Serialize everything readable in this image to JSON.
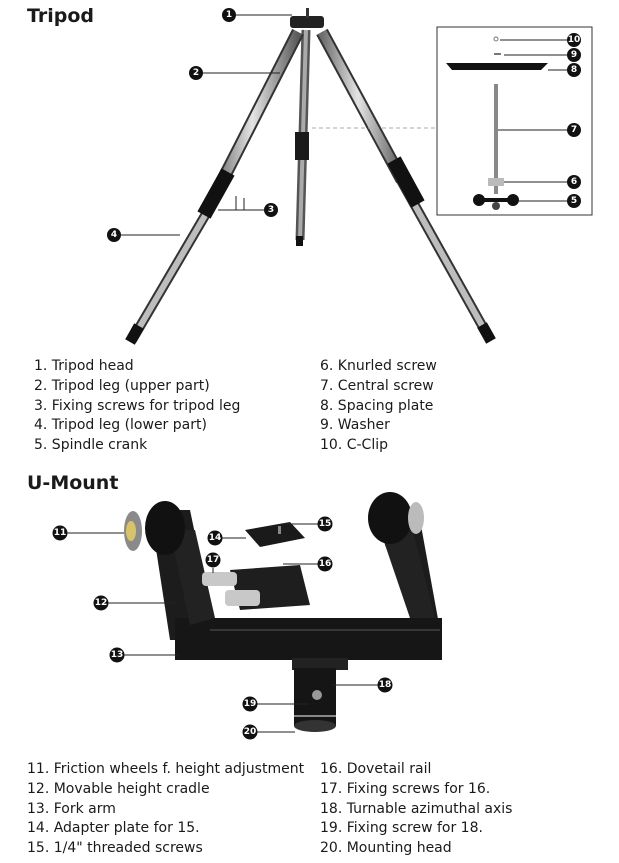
{
  "tripod": {
    "title": "Tripod",
    "parts_left": [
      "1. Tripod head",
      "2. Tripod leg (upper part)",
      "3. Fixing screws for tripod leg",
      "4. Tripod leg (lower part)",
      "5. Spindle crank"
    ],
    "parts_right": [
      "6. Knurled screw",
      "7. Central screw",
      "8. Spacing plate",
      "9. Washer",
      "10. C-Clip"
    ],
    "callouts": [
      "1",
      "2",
      "3",
      "4",
      "5",
      "6",
      "7",
      "8",
      "9",
      "10"
    ]
  },
  "umount": {
    "title": "U-Mount",
    "parts_left": [
      "11. Friction wheels f. height adjustment",
      "12. Movable height cradle",
      "13. Fork arm",
      "14. Adapter plate for 15.",
      "15. 1/4\" threaded screws"
    ],
    "parts_right": [
      "16. Dovetail rail",
      "17. Fixing screws for 16.",
      "18. Turnable azimuthal axis",
      "19. Fixing screw for 18.",
      "20. Mounting head"
    ],
    "callouts": [
      "11",
      "12",
      "13",
      "14",
      "15",
      "16",
      "17",
      "18",
      "19",
      "20"
    ]
  }
}
